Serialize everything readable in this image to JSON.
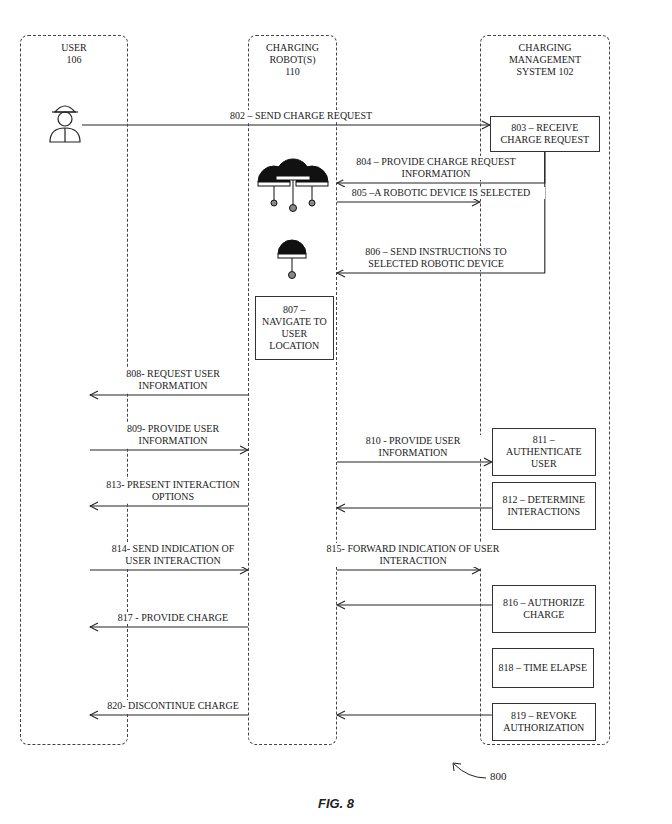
{
  "diagram": {
    "caption": "FIG. 8",
    "nodes": [
      {
        "text": [
          "USER 106"
        ]
      },
      {
        "text": [
          "CHARGING ROBOT(S) 110"
        ]
      },
      {
        "text": [
          "CHARGING MANAGEMENT SYSTEM 102"
        ]
      },
      {
        "text": [
          "803 – RECEIVE CHARGE REQUEST"
        ],
        "in": 2
      },
      {
        "text": [
          "807 – NAVIGATE TO USER LOCATION"
        ],
        "in": 1
      },
      {
        "text": [
          "811 – AUTHENTICATE USER"
        ],
        "in": 2
      },
      {
        "text": [
          "812 – DETERMINE INTERACTIONS"
        ],
        "in": 2
      },
      {
        "text": [
          "816 – AUTHORIZE CHARGE"
        ],
        "in": 2
      },
      {
        "text": [
          "818 – TIME ELAPSE"
        ],
        "in": 2
      },
      {
        "text": [
          "819 – REVOKE AUTHORIZATION"
        ],
        "in": 2
      }
    ],
    "edges": [
      {
        "from": 0,
        "to": 3,
        "label": "802 – SEND CHARGE REQUEST",
        "arrow": "to"
      },
      {
        "from": 3,
        "to": 1,
        "label": "804 – PROVIDE CHARGE REQUEST INFORMATION",
        "arrow": "to"
      },
      {
        "from": 1,
        "to": 2,
        "label": "805 –A ROBOTIC DEVICE IS SELECTED",
        "arrow": "to"
      },
      {
        "from": 3,
        "to": 1,
        "label": "806 – SEND INSTRUCTIONS TO SELECTED ROBOTIC DEVICE",
        "arrow": "to"
      },
      {
        "from": 1,
        "to": 0,
        "label": "808- REQUEST USER INFORMATION",
        "arrow": "to"
      },
      {
        "from": 0,
        "to": 1,
        "label": "809- PROVIDE USER INFORMATION",
        "arrow": "to"
      },
      {
        "from": 1,
        "to": 5,
        "label": "810 - PROVIDE USER INFORMATION",
        "arrow": "to"
      },
      {
        "from": 6,
        "to": 1,
        "arrow": "to"
      },
      {
        "from": 1,
        "to": 0,
        "label": "813- PRESENT INTERACTION OPTIONS",
        "arrow": "to"
      },
      {
        "from": 0,
        "to": 1,
        "label": "814- SEND INDICATION OF USER INTERACTION",
        "arrow": "to"
      },
      {
        "from": 1,
        "to": 2,
        "label": "815- FORWARD INDICATION OF USER INTERACTION",
        "arrow": "to"
      },
      {
        "from": 7,
        "to": 1,
        "arrow": "to"
      },
      {
        "from": 1,
        "to": 0,
        "label": "817 - PROVIDE CHARGE",
        "arrow": "to"
      },
      {
        "from": 9,
        "to": 1,
        "arrow": "to"
      },
      {
        "from": 1,
        "to": 0,
        "label": "820- DISCONTINUE CHARGE",
        "arrow": "to"
      }
    ],
    "labels": [
      "800"
    ]
  }
}
